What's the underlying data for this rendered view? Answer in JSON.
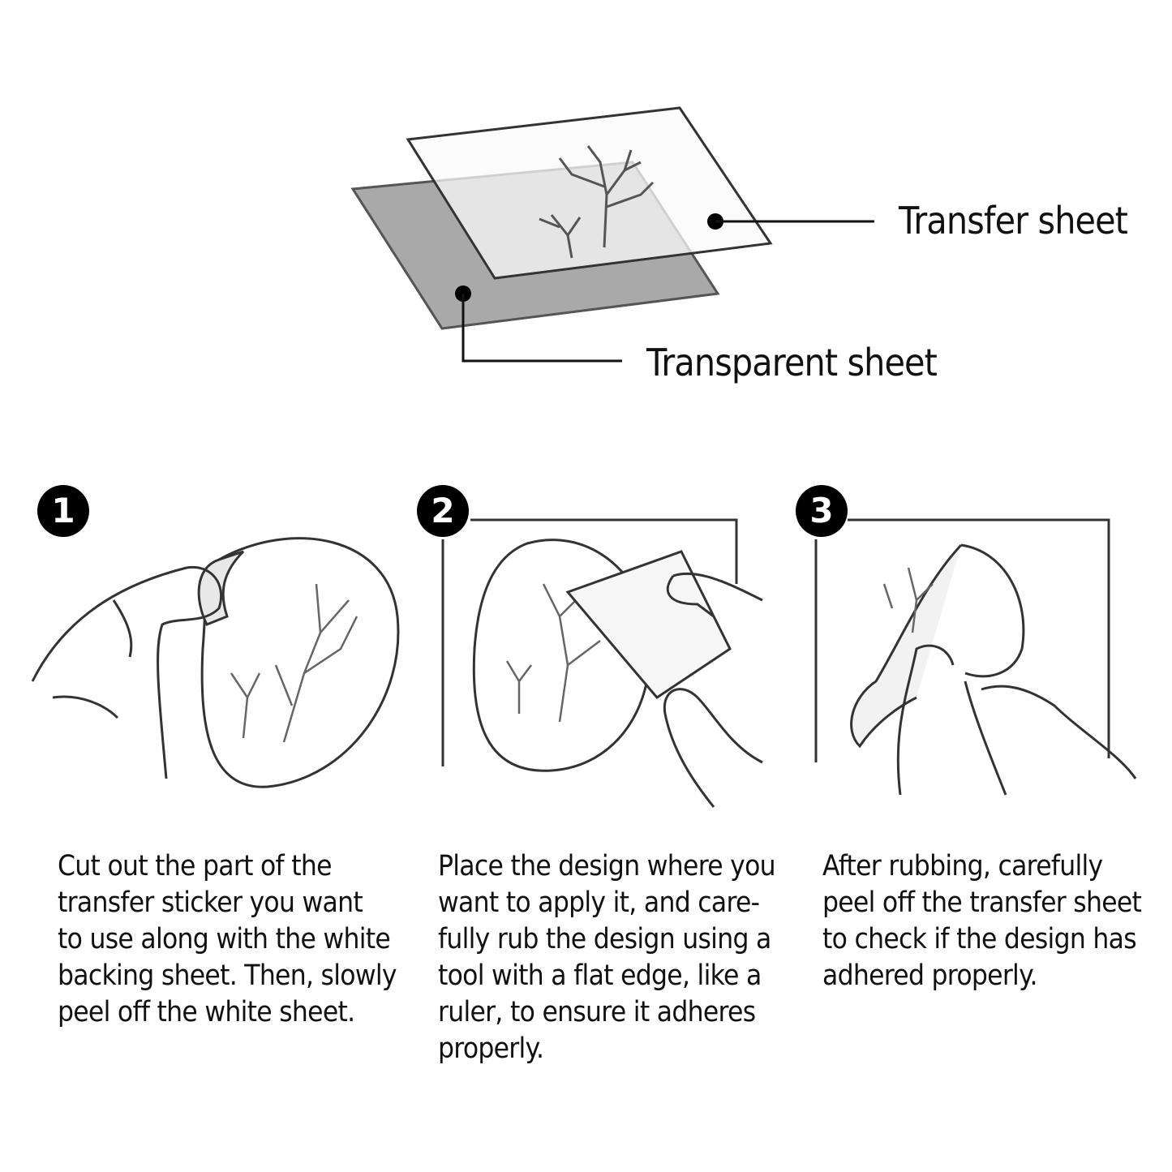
{
  "diagram": {
    "labels": {
      "transfer_sheet": "Transfer sheet",
      "transparent_sheet": "Transparent sheet"
    },
    "colors": {
      "sheet_gray": "#a9a9a9",
      "transfer_fill": "#f4f4f4",
      "line": "#222222"
    },
    "steps": [
      {
        "number": "1",
        "lines": [
          "Cut out the part of the",
          "transfer sticker you want",
          "to use along with the white",
          "backing sheet. Then, slowly",
          "peel off the white sheet."
        ]
      },
      {
        "number": "2",
        "lines": [
          "Place the design where you",
          "want to apply it, and care-",
          "fully rub the design using a",
          "tool with a flat edge, like a",
          "ruler, to ensure it adheres",
          "properly."
        ]
      },
      {
        "number": "3",
        "lines": [
          "After rubbing, carefully",
          "peel off the transfer sheet",
          "to check if the design has",
          "adhered properly."
        ]
      }
    ]
  }
}
